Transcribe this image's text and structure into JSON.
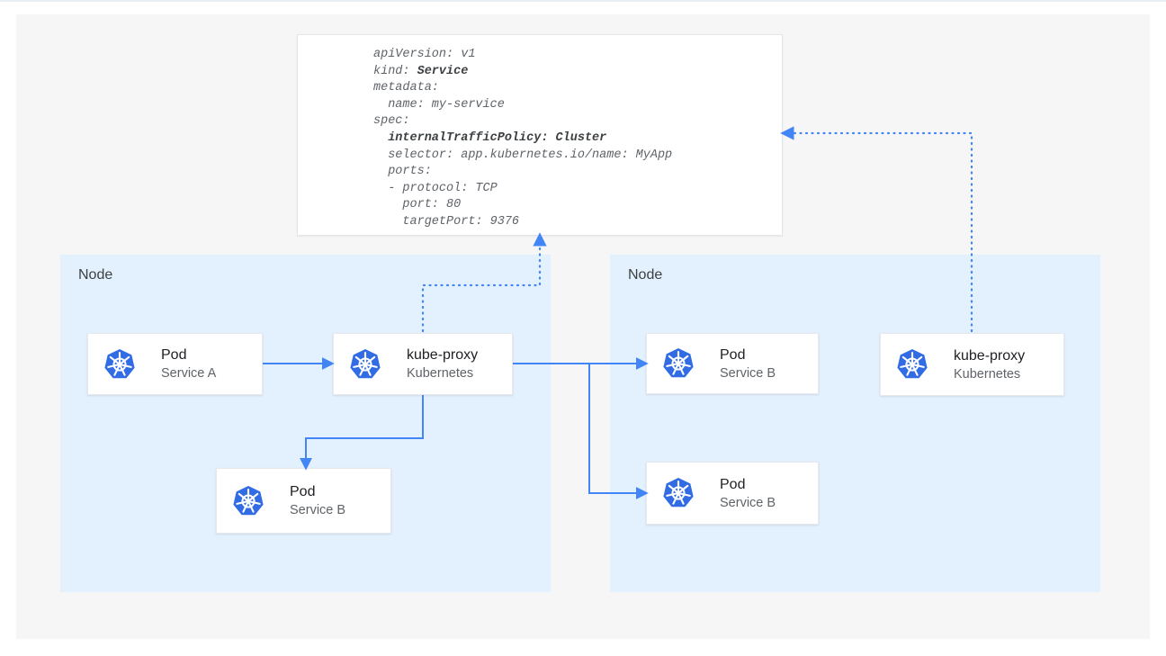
{
  "colors": {
    "arrow": "#4285f4",
    "node_fill": "#e3f0fd",
    "kubernetes_blue": "#326ce5",
    "panel_background": "#f6f6f6",
    "code_text": "#5f6368",
    "code_bold": "#3c4043"
  },
  "manifest": {
    "lines": [
      [
        {
          "t": "apiVersion: v1"
        }
      ],
      [
        {
          "t": "kind: "
        },
        {
          "t": "Service",
          "b": true
        }
      ],
      [
        {
          "t": "metadata:"
        }
      ],
      [
        {
          "t": "  name: my-service"
        }
      ],
      [
        {
          "t": "spec:"
        }
      ],
      [
        {
          "t": "  "
        },
        {
          "t": "internalTrafficPolicy: Cluster",
          "b": true
        }
      ],
      [
        {
          "t": "  selector: app.kubernetes.io/name: MyApp"
        }
      ],
      [
        {
          "t": "  ports:"
        }
      ],
      [
        {
          "t": "  - protocol: TCP"
        }
      ],
      [
        {
          "t": "    port: 80"
        }
      ],
      [
        {
          "t": "    targetPort: 9376"
        }
      ]
    ]
  },
  "nodes": {
    "left": {
      "label": "Node",
      "cards": {
        "pod_a": {
          "title": "Pod",
          "subtitle": "Service A"
        },
        "kube_proxy": {
          "title": "kube-proxy",
          "subtitle": "Kubernetes"
        },
        "pod_b": {
          "title": "Pod",
          "subtitle": "Service B"
        }
      }
    },
    "right": {
      "label": "Node",
      "cards": {
        "pod_b_top": {
          "title": "Pod",
          "subtitle": "Service B"
        },
        "pod_b_bottom": {
          "title": "Pod",
          "subtitle": "Service B"
        },
        "kube_proxy": {
          "title": "kube-proxy",
          "subtitle": "Kubernetes"
        }
      }
    }
  }
}
